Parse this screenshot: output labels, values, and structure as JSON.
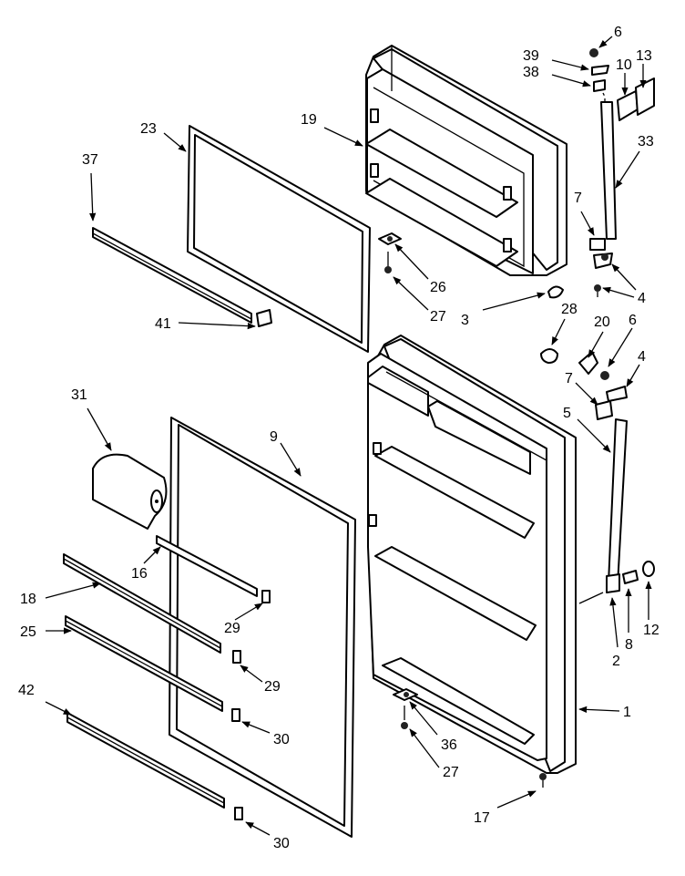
{
  "diagram": {
    "callouts": [
      {
        "id": "c6a",
        "text": "6"
      },
      {
        "id": "c39",
        "text": "39"
      },
      {
        "id": "c38",
        "text": "38"
      },
      {
        "id": "c10",
        "text": "10"
      },
      {
        "id": "c13",
        "text": "13"
      },
      {
        "id": "c33",
        "text": "33"
      },
      {
        "id": "c19",
        "text": "19"
      },
      {
        "id": "c23",
        "text": "23"
      },
      {
        "id": "c37",
        "text": "37"
      },
      {
        "id": "c7a",
        "text": "7"
      },
      {
        "id": "c4a",
        "text": "4"
      },
      {
        "id": "c26",
        "text": "26"
      },
      {
        "id": "c27a",
        "text": "27"
      },
      {
        "id": "c3",
        "text": "3"
      },
      {
        "id": "c41",
        "text": "41"
      },
      {
        "id": "c28",
        "text": "28"
      },
      {
        "id": "c20",
        "text": "20"
      },
      {
        "id": "c6b",
        "text": "6"
      },
      {
        "id": "c4b",
        "text": "4"
      },
      {
        "id": "c7b",
        "text": "7"
      },
      {
        "id": "c5",
        "text": "5"
      },
      {
        "id": "c31",
        "text": "31"
      },
      {
        "id": "c9",
        "text": "9"
      },
      {
        "id": "c16",
        "text": "16"
      },
      {
        "id": "c18",
        "text": "18"
      },
      {
        "id": "c29a",
        "text": "29"
      },
      {
        "id": "c25",
        "text": "25"
      },
      {
        "id": "c29b",
        "text": "29"
      },
      {
        "id": "c12",
        "text": "12"
      },
      {
        "id": "c8",
        "text": "8"
      },
      {
        "id": "c2",
        "text": "2"
      },
      {
        "id": "c1",
        "text": "1"
      },
      {
        "id": "c42",
        "text": "42"
      },
      {
        "id": "c30a",
        "text": "30"
      },
      {
        "id": "c36",
        "text": "36"
      },
      {
        "id": "c27b",
        "text": "27"
      },
      {
        "id": "c17",
        "text": "17"
      },
      {
        "id": "c30b",
        "text": "30"
      }
    ]
  }
}
